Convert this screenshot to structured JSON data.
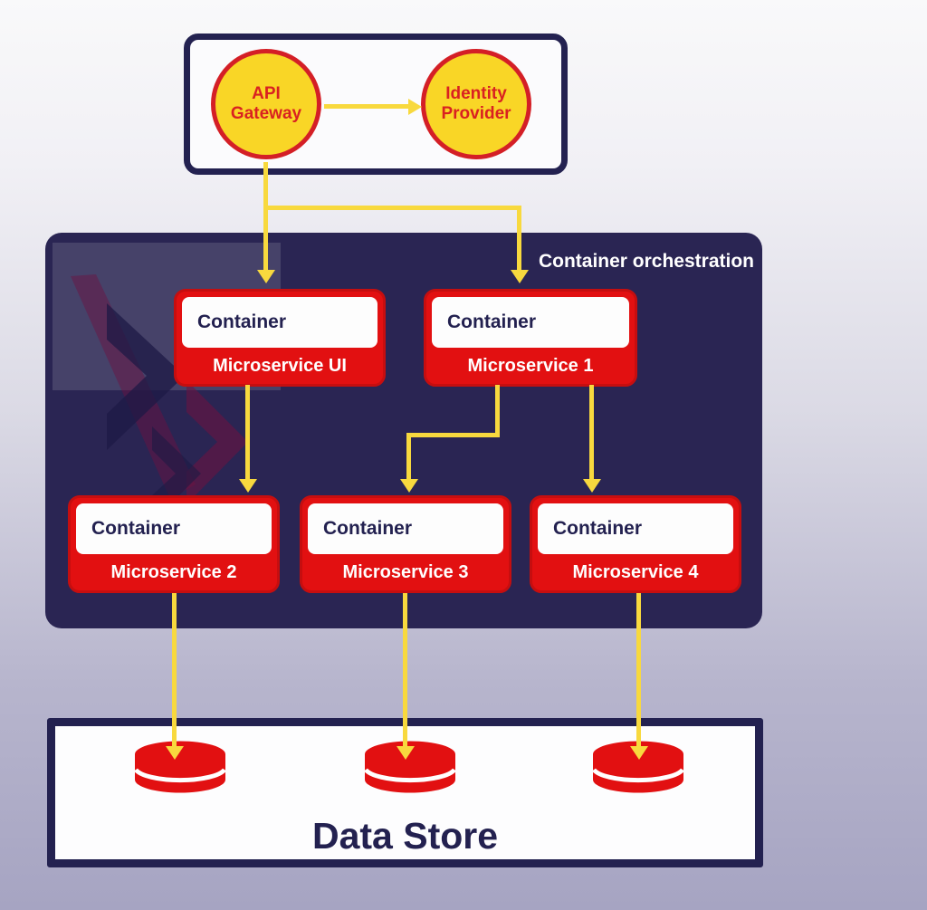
{
  "gateway_panel": {
    "nodes": [
      {
        "label": "API Gateway"
      },
      {
        "label": "Identity Provider"
      }
    ]
  },
  "orchestration": {
    "title": "Container orchestration",
    "containers": [
      {
        "header": "Container",
        "label": "Microservice UI"
      },
      {
        "header": "Container",
        "label": "Microservice 1"
      },
      {
        "header": "Container",
        "label": "Microservice 2"
      },
      {
        "header": "Container",
        "label": "Microservice 3"
      },
      {
        "header": "Container",
        "label": "Microservice 4"
      }
    ]
  },
  "data_store": {
    "title": "Data Store",
    "disk_count": 3
  },
  "colors": {
    "navy": "#232150",
    "orchestration_bg": "#2a2553",
    "red": "#e21011",
    "circle_fill": "#f9d626",
    "circle_border": "#d41f26",
    "circle_text": "#d92121",
    "arrow_yellow": "#f8d93e",
    "white": "#ffffff"
  }
}
